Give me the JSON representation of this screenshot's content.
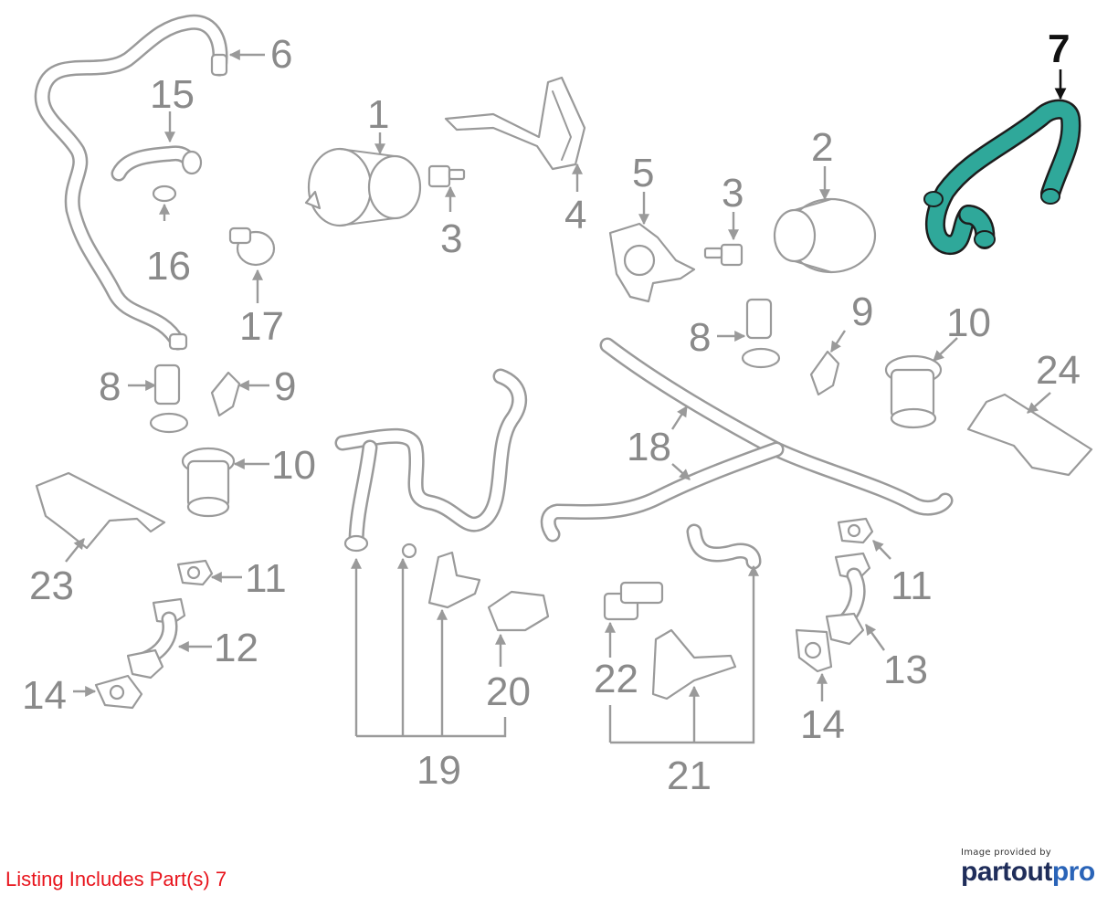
{
  "highlight_color": "#2fa89a",
  "label_color": "#8a8a8a",
  "note_color": "#e8141c",
  "callouts": {
    "c1": "1",
    "c2": "2",
    "c3a": "3",
    "c3b": "3",
    "c4": "4",
    "c5": "5",
    "c6": "6",
    "c7": "7",
    "c8a": "8",
    "c8b": "8",
    "c9a": "9",
    "c9b": "9",
    "c10a": "10",
    "c10b": "10",
    "c11a": "11",
    "c11b": "11",
    "c12": "12",
    "c13": "13",
    "c14a": "14",
    "c14b": "14",
    "c15": "15",
    "c16": "16",
    "c17": "17",
    "c18": "18",
    "c19": "19",
    "c20": "20",
    "c21": "21",
    "c22": "22",
    "c23": "23",
    "c24": "24"
  },
  "listing_note": "Listing Includes Part(s) 7",
  "credit": {
    "caption": "Image provided by",
    "brand_part": "part",
    "brand_out": "out",
    "brand_pro": "pro"
  }
}
